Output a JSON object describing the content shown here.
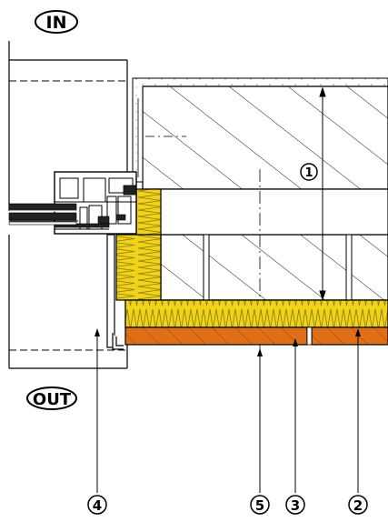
{
  "labels": {
    "inside": "IN",
    "outside": "OUT"
  },
  "callouts": [
    {
      "id": "dimension",
      "text": "1"
    },
    {
      "id": "wool",
      "text": "2"
    },
    {
      "id": "joint",
      "text": "3"
    },
    {
      "id": "window",
      "text": "4"
    },
    {
      "id": "axis",
      "text": "5"
    }
  ],
  "colors": {
    "insulation": "#f0d21a",
    "insulation_zigzag": "#8a7a10",
    "render_board": "#e07018",
    "line": "#000000",
    "glass": "#222222"
  }
}
